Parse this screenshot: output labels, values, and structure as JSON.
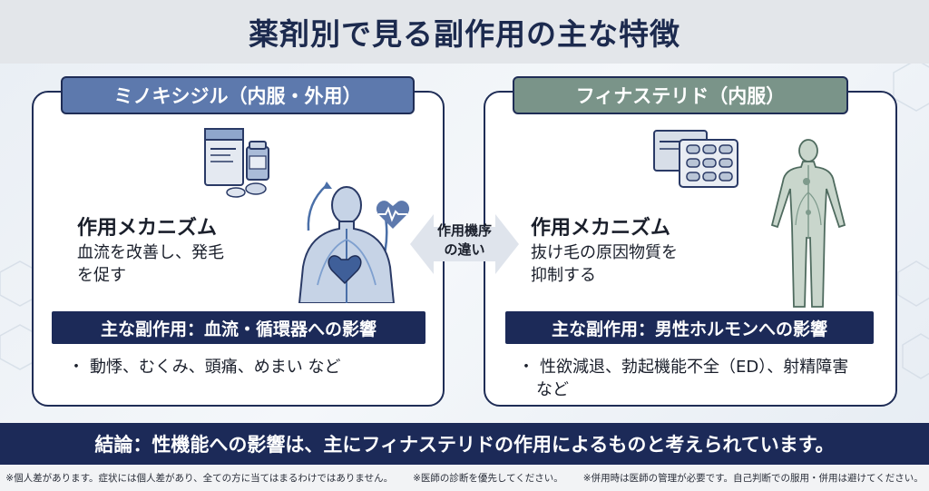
{
  "title": "薬剤別で見る副作用の主な特徴",
  "left": {
    "header": "ミノキシジル（内服・外用）",
    "mechanism_heading": "作用メカニズム",
    "mechanism_text": "血流を改善し、発毛\nを促す",
    "side_effect_heading": "主な副作用：血流・循環器への影響",
    "side_effects": "動悸、むくみ、頭痛、めまい など",
    "icons": [
      "medicine-package-icon",
      "body-circulation-icon",
      "heartbeat-icon"
    ]
  },
  "right": {
    "header": "フィナステリド（内服）",
    "mechanism_heading": "作用メカニズム",
    "mechanism_text": "抜け毛の原因物質を\n抑制する",
    "side_effect_heading": "主な副作用：男性ホルモンへの影響",
    "side_effects_line1": "性欲減退、勃起機能不全（ED）、射精障害",
    "side_effects_line2": "など",
    "icons": [
      "pill-blister-icon",
      "human-body-icon"
    ]
  },
  "center_label": "作用機序\nの違い",
  "conclusion": "結論：性機能への影響は、主にフィナステリドの作用によるものと考えられています。",
  "footer": [
    "※個人差があります。症状には個人差があり、全ての方に当てはまるわけではありません。",
    "※医師の診断を優先してください。",
    "※併用時は医師の管理が必要です。自己判断での服用・併用は避けてください。"
  ],
  "colors": {
    "navy": "#1c2a58",
    "left_header": "#5d79ad",
    "right_header": "#7a9489",
    "title_bg": "#e3e6ea"
  }
}
